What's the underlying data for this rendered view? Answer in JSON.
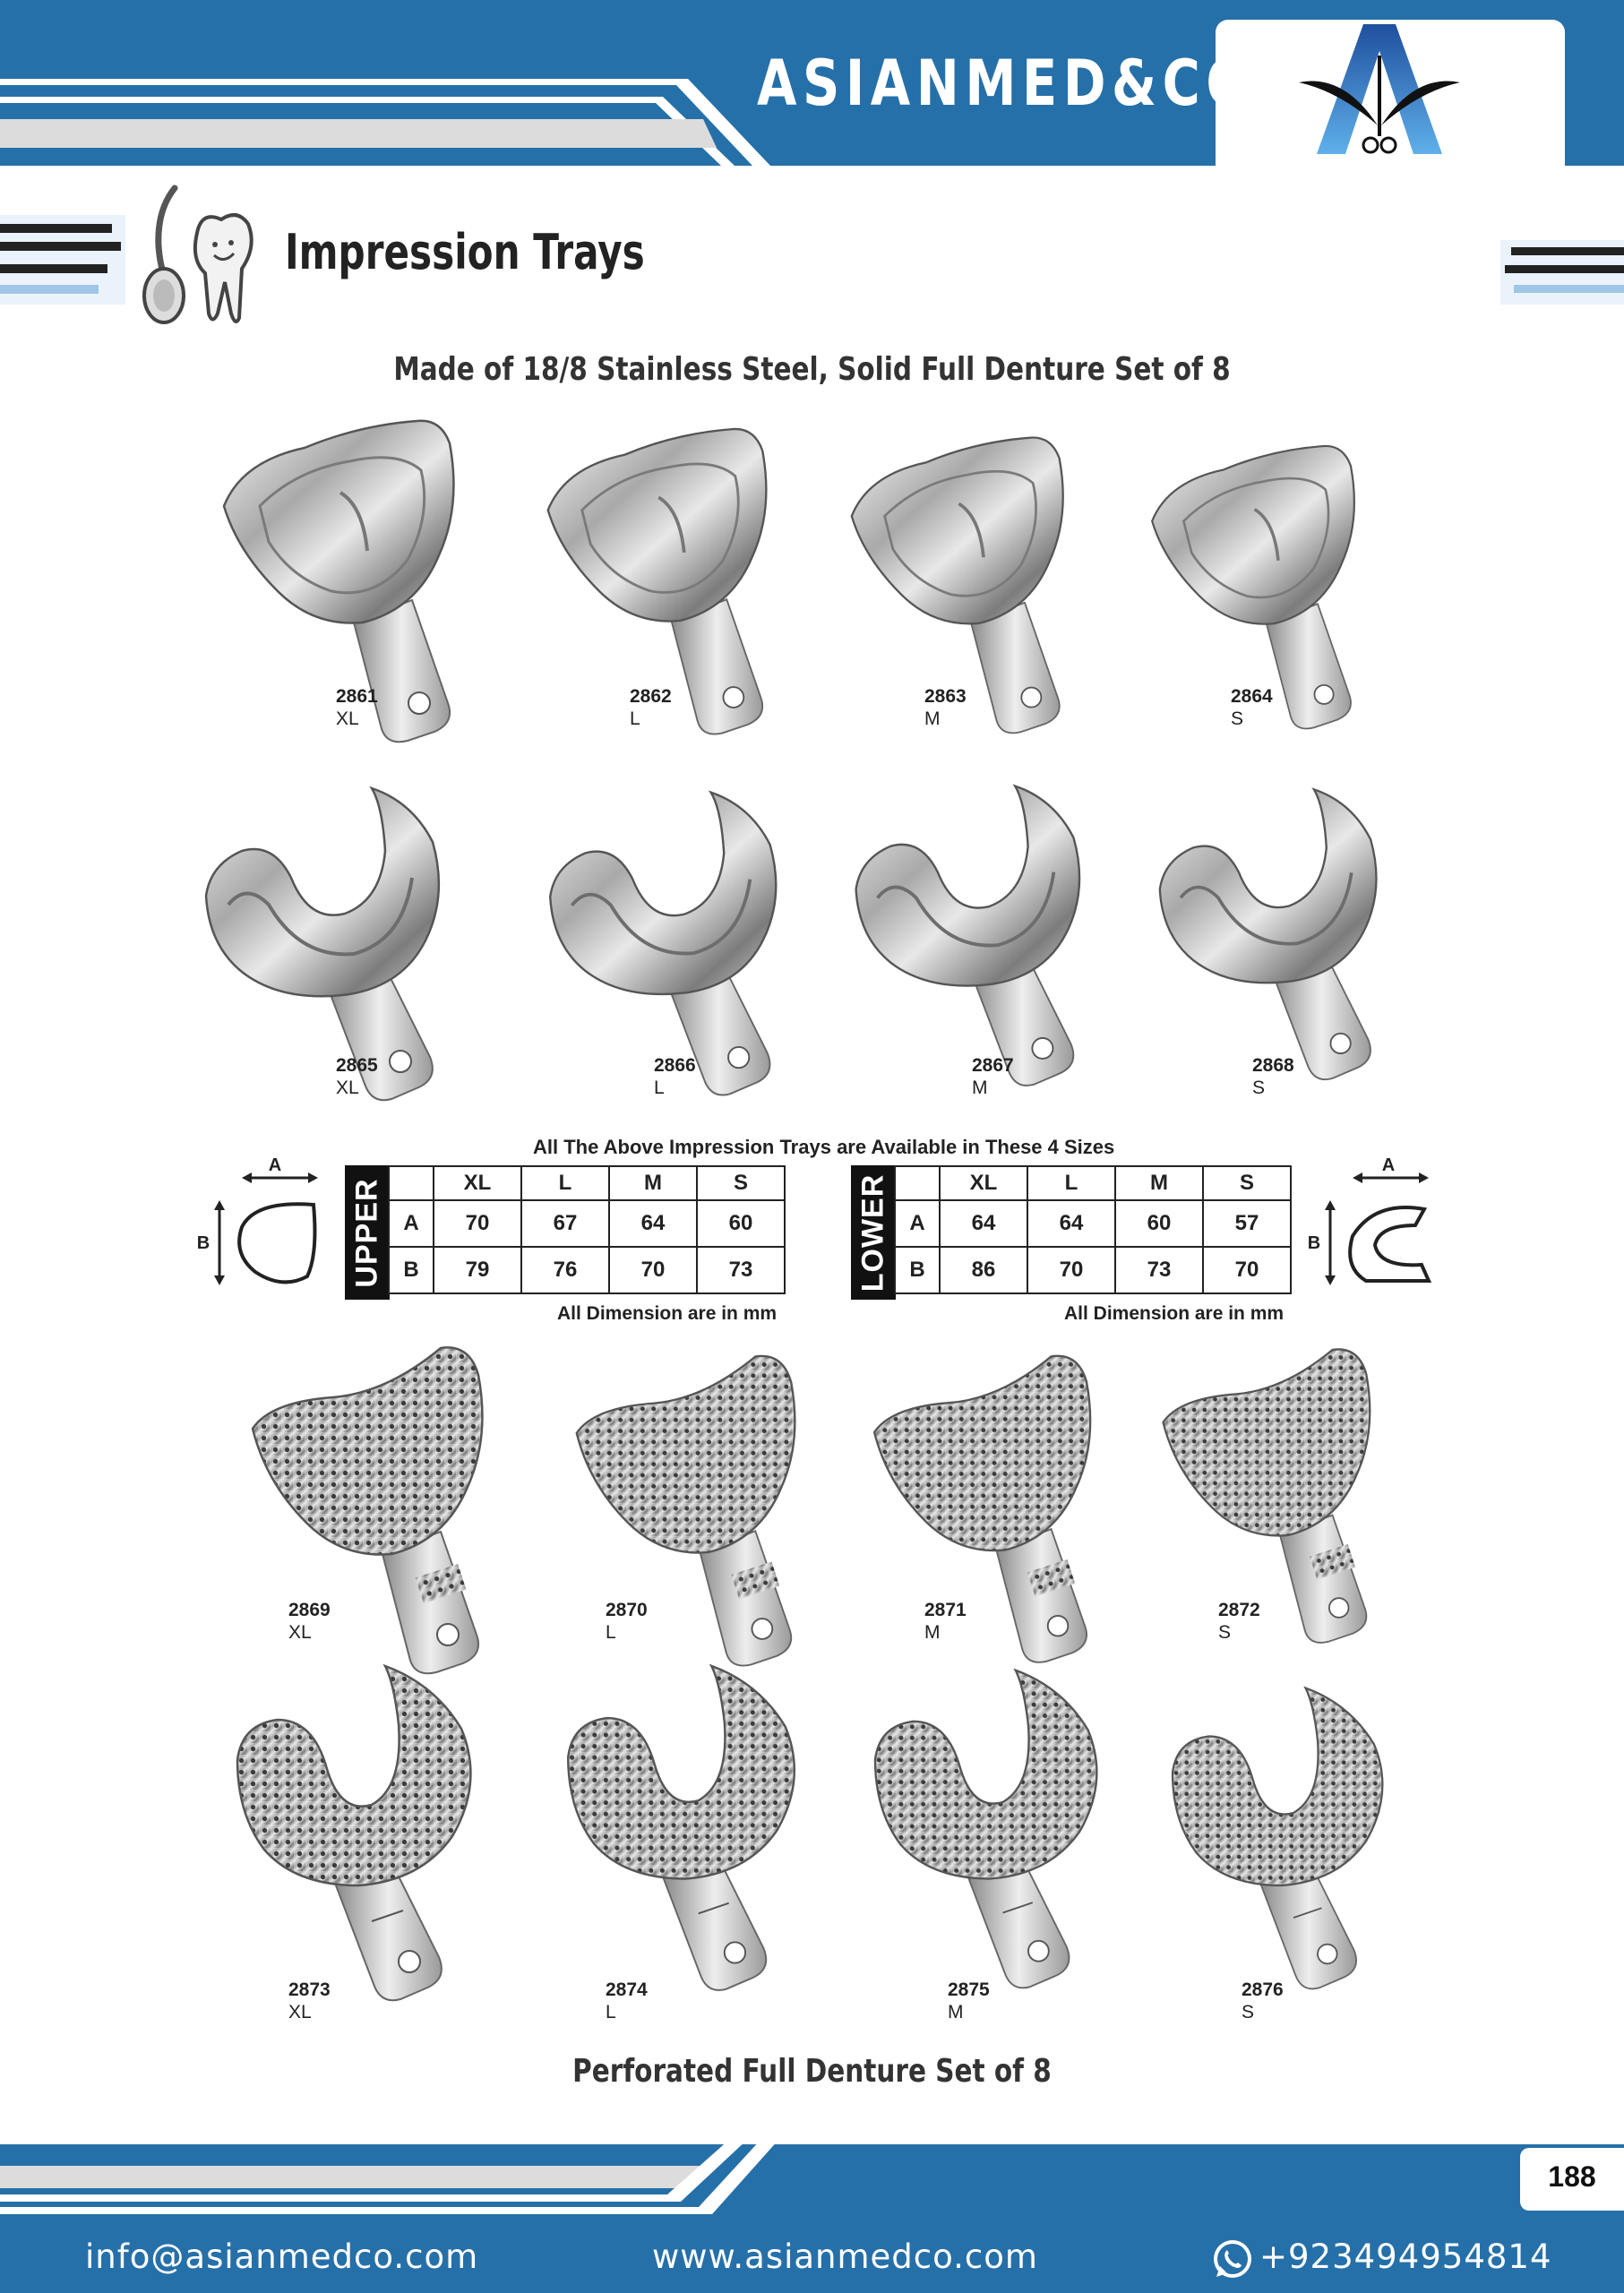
{
  "header": {
    "brand": "ASIANMED&CO",
    "colors": {
      "primary": "#2670a9",
      "stripe": "#dcdcdc"
    }
  },
  "title": {
    "text": "Impression Trays",
    "icon": "dental-mirror-tooth-icon",
    "subtitle": "Made of 18/8 Stainless Steel,   Solid Full Denture Set of 8"
  },
  "solid_upper": [
    {
      "code": "2861",
      "size": "XL"
    },
    {
      "code": "2862",
      "size": "L"
    },
    {
      "code": "2863",
      "size": "M"
    },
    {
      "code": "2864",
      "size": "S"
    }
  ],
  "solid_lower": [
    {
      "code": "2865",
      "size": "XL"
    },
    {
      "code": "2866",
      "size": "L"
    },
    {
      "code": "2867",
      "size": "M"
    },
    {
      "code": "2868",
      "size": "S"
    }
  ],
  "sizes": {
    "caption": "All The Above Impression Trays are Available in These 4 Sizes",
    "columns": [
      "XL",
      "L",
      "M",
      "S"
    ],
    "upper": {
      "label": "UPPER",
      "rows": [
        {
          "label": "A",
          "values": [
            "70",
            "67",
            "64",
            "60"
          ]
        },
        {
          "label": "B",
          "values": [
            "79",
            "76",
            "70",
            "73"
          ]
        }
      ],
      "note": "All Dimension are in mm"
    },
    "lower": {
      "label": "LOWER",
      "rows": [
        {
          "label": "A",
          "values": [
            "64",
            "64",
            "60",
            "57"
          ]
        },
        {
          "label": "B",
          "values": [
            "86",
            "70",
            "73",
            "70"
          ]
        }
      ],
      "note": "All Dimension are in mm"
    },
    "diagram_labels": {
      "a": "A",
      "b": "B"
    }
  },
  "perforated_upper": [
    {
      "code": "2869",
      "size": "XL"
    },
    {
      "code": "2870",
      "size": "L"
    },
    {
      "code": "2871",
      "size": "M"
    },
    {
      "code": "2872",
      "size": "S"
    }
  ],
  "perforated_lower": [
    {
      "code": "2873",
      "size": "XL"
    },
    {
      "code": "2874",
      "size": "L"
    },
    {
      "code": "2875",
      "size": "M"
    },
    {
      "code": "2876",
      "size": "S"
    }
  ],
  "bottom_caption": "Perforated Full Denture Set of 8",
  "footer": {
    "email": "info@asianmedco.com",
    "website": "www.asianmedco.com",
    "phone": "+923494954814",
    "phone_icon": "whatsapp-icon",
    "page_number": "188"
  }
}
